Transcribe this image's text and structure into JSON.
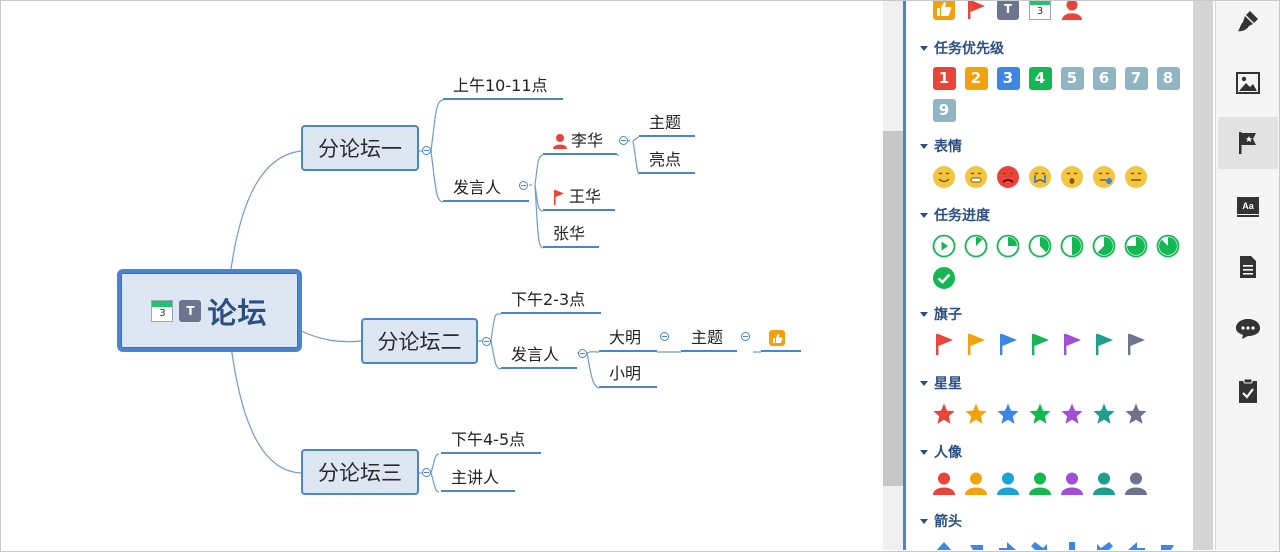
{
  "mindmap": {
    "root": {
      "title": "论坛",
      "calendar_number": "3",
      "text_icon": "T"
    },
    "branches": [
      {
        "title": "分论坛一",
        "time": "上午10-11点",
        "speaker_label": "发言人",
        "speakers": [
          "李华",
          "王华",
          "张华"
        ],
        "lihua_children": [
          "主题",
          "亮点"
        ]
      },
      {
        "title": "分论坛二",
        "time": "下午2-3点",
        "speaker_label": "发言人",
        "speakers": [
          "大明",
          "小明"
        ],
        "daming_child": "主题"
      },
      {
        "title": "分论坛三",
        "time": "下午4-5点",
        "host_label": "主讲人"
      }
    ]
  },
  "panel": {
    "top_icons": [
      "thumbs-up-icon",
      "red-flag-icon",
      "text-t-icon",
      "calendar-icon",
      "red-person-icon"
    ],
    "top_calendar_number": "3",
    "top_text_icon": "T",
    "sections": {
      "priority": {
        "title": "任务优先级",
        "items": [
          "1",
          "2",
          "3",
          "4",
          "5",
          "6",
          "7",
          "8",
          "9"
        ],
        "colors": [
          "#e8443a",
          "#f5a10b",
          "#3d86e8",
          "#14b852",
          "#8fb6c2",
          "#8fb6c2",
          "#8fb6c2",
          "#8fb6c2",
          "#8fb6c2"
        ]
      },
      "emotion": {
        "title": "表情",
        "items": [
          "smile-face-icon",
          "grin-face-icon",
          "angry-face-icon",
          "crying-face-icon",
          "shocked-face-icon",
          "sleepy-face-icon",
          "neutral-face-icon"
        ]
      },
      "progress": {
        "title": "任务进度",
        "items": [
          0,
          0.125,
          0.25,
          0.375,
          0.5,
          0.625,
          0.75,
          0.875,
          1
        ]
      },
      "flags": {
        "title": "旗子",
        "colors": [
          "#e8443a",
          "#f5a10b",
          "#3d86e8",
          "#14b852",
          "#a14fd6",
          "#1f9e8e",
          "#6b7590"
        ]
      },
      "stars": {
        "title": "星星",
        "colors": [
          "#e8443a",
          "#f5a10b",
          "#3d86e8",
          "#14b852",
          "#a14fd6",
          "#1f9e8e",
          "#6b7590"
        ]
      },
      "people": {
        "title": "人像",
        "colors": [
          "#e8443a",
          "#f5a10b",
          "#1aa3d9",
          "#14b852",
          "#a14fd6",
          "#1f9e8e",
          "#6b7590"
        ]
      },
      "arrows": {
        "title": "箭头"
      }
    }
  },
  "toolbar": {
    "items": [
      "style-brush-icon",
      "image-icon",
      "marker-flag-icon",
      "text-format-icon",
      "document-note-icon",
      "comment-icon",
      "task-clipboard-icon"
    ],
    "active": "marker-flag-icon"
  },
  "colors": {
    "accent": "#4a86d0",
    "node_fill": "#dde6f3",
    "heading": "#2b4f83"
  }
}
